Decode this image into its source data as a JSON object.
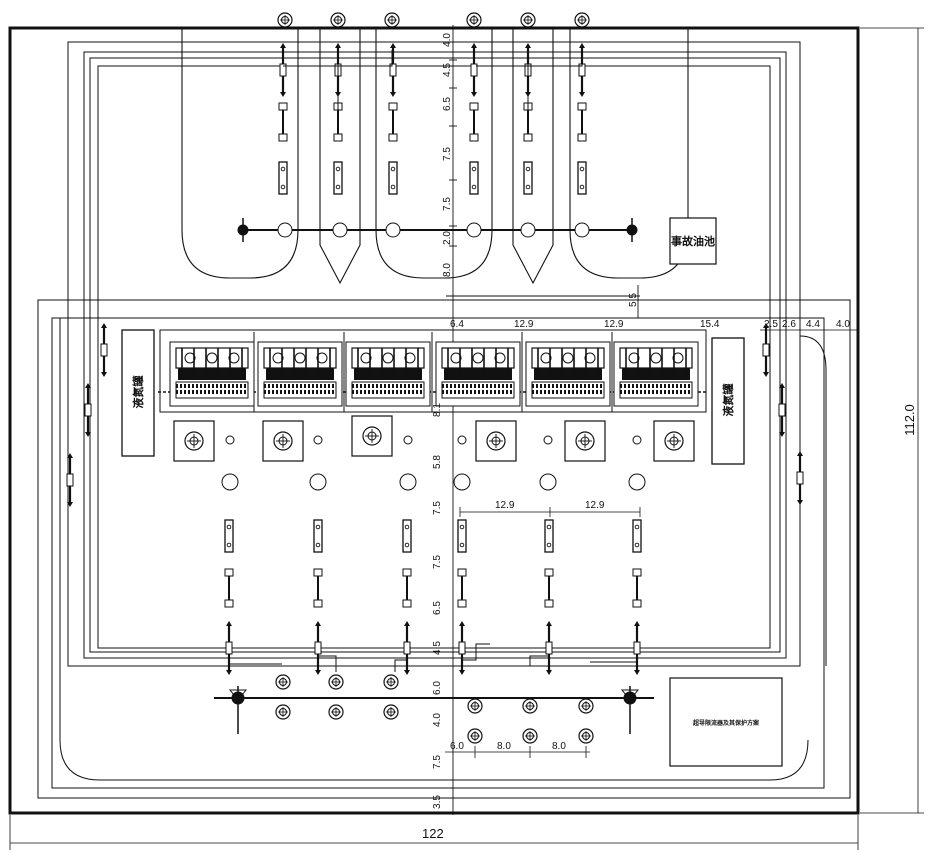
{
  "labels": {
    "oil_pool": "事故油池",
    "tank_left": "液氮罐",
    "tank_right": "液氮罐",
    "protection_box": "超导限流器及其保护方案"
  },
  "dimensions": {
    "overall_width": "122",
    "overall_height": "112.0",
    "top_chain": [
      "4.0",
      "4.5",
      "6.5",
      "7.5",
      "7.5",
      "2.0",
      "8.0"
    ],
    "offset_55": "5.5",
    "right_chain": [
      "2.5",
      "2.6",
      "4.4",
      "4.0"
    ],
    "tank_row_horizontal": [
      "6.4",
      "12.9",
      "12.9",
      "15.4"
    ],
    "mid_vertical_a": "8.1",
    "mid_vertical_b": "5.8",
    "lower_vertical": [
      "7.5",
      "7.5",
      "6.5",
      "4.5"
    ],
    "lower_horizontal": [
      "12.9",
      "12.9"
    ],
    "bottom_vertical": [
      "6.0",
      "4.0",
      "7.5",
      "3.5"
    ],
    "bottom_horizontal": [
      "6.0",
      "8.0",
      "8.0"
    ]
  }
}
